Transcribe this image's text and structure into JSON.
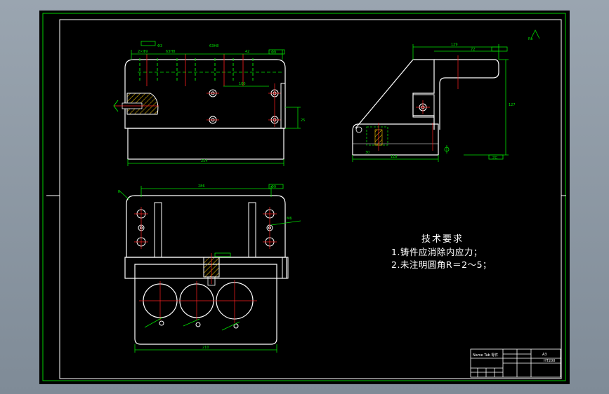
{
  "window": {
    "app": "CAD drawing viewer"
  },
  "front_view": {
    "dims": {
      "d_top_left": "2×Φ9",
      "d_top_mid1": "Φ3",
      "d_top_mid2": "63H8",
      "d_top_mid3": "63H8",
      "d_top_mid4": "42",
      "d_top_right": "Φ9",
      "d_inner": "100",
      "d_right_v": "25",
      "d_bottom": "254"
    }
  },
  "side_view": {
    "dims": {
      "d_top1": "129",
      "d_top2": "72",
      "d_right_v": "127",
      "d_bottom": "118",
      "d_small": "30",
      "d_box": "ZG"
    }
  },
  "top_view": {
    "dims": {
      "d_top": "286",
      "d_top_r": "Φ9",
      "d_left": "R",
      "d_bottom": "210",
      "d_hole_label": "M6"
    }
  },
  "notes": {
    "title": "技术要求",
    "line1": "1.铸件应消除内应力；",
    "line2": "2.未注明圆角R＝2～5；"
  },
  "surface_symbol": {
    "label": "Ra"
  },
  "title_block": {
    "name": "Name Tab 零件",
    "scale": "A3",
    "material": "HT200"
  },
  "colors": {
    "bg": "#000000",
    "frame": "#ffffff",
    "part": "#ffffff",
    "center": "#ff2020",
    "dim": "#00e000",
    "hatch": "#ffcc00"
  }
}
